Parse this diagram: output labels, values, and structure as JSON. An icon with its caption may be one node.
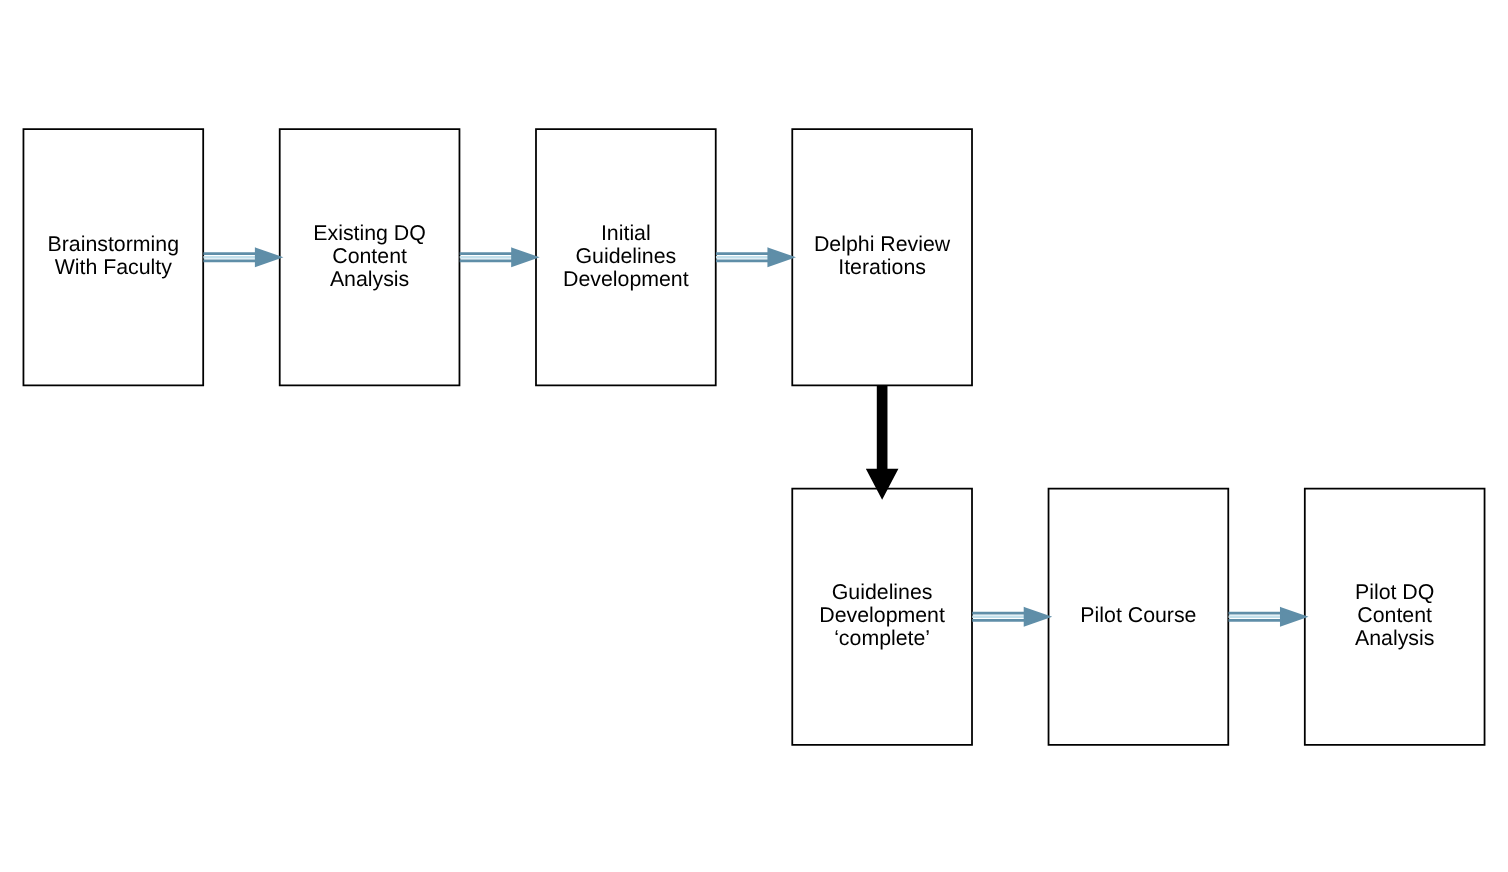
{
  "diagram": {
    "nodes": [
      {
        "text": [
          "Brainstorming With Faculty"
        ]
      },
      {
        "text": [
          "Existing DQ Content Analysis"
        ]
      },
      {
        "text": [
          "Initial Guidelines Development"
        ]
      },
      {
        "text": [
          "Delphi Review Iterations"
        ]
      },
      {
        "text": [
          "Guidelines Development ‘complete’"
        ]
      },
      {
        "text": [
          "Pilot Course"
        ]
      },
      {
        "text": [
          "Pilot DQ Content Analysis"
        ]
      }
    ],
    "edges": [
      {
        "from": 0,
        "to": 1,
        "arrow": "to"
      },
      {
        "from": 1,
        "to": 2,
        "arrow": "to"
      },
      {
        "from": 2,
        "to": 3,
        "arrow": "to"
      },
      {
        "from": 3,
        "to": 4,
        "arrow": "to",
        "style": "thick",
        "color": "#000000"
      },
      {
        "from": 4,
        "to": 5,
        "arrow": "to"
      },
      {
        "from": 5,
        "to": 6,
        "arrow": "to"
      }
    ]
  }
}
